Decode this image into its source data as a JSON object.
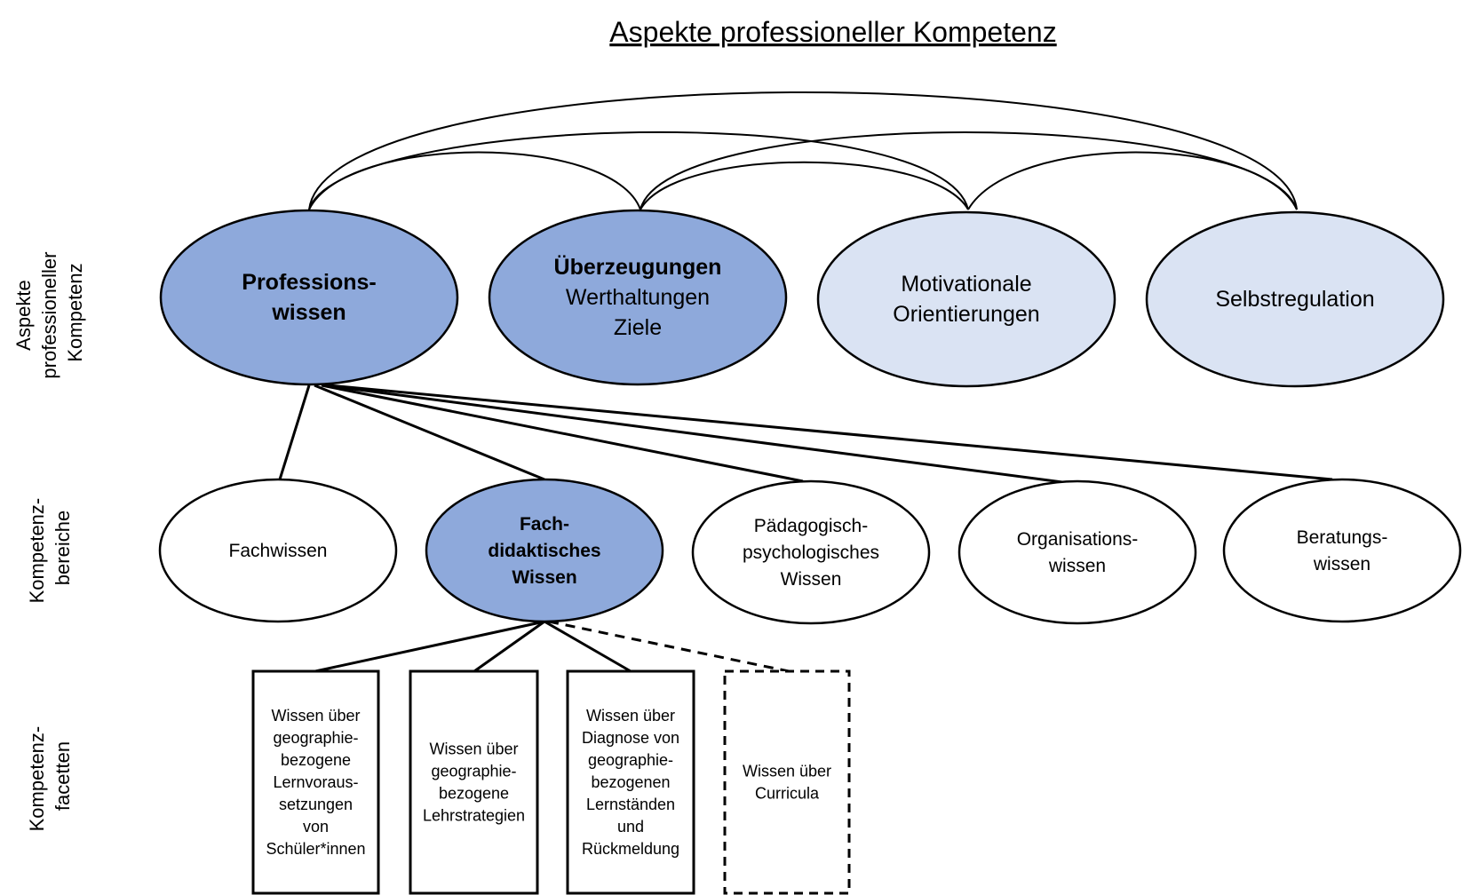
{
  "title": "Aspekte professioneller Kompetenz",
  "colors": {
    "dark_fill": "#8EA9DB",
    "light_fill": "#DAE3F3",
    "white_fill": "#FFFFFF",
    "stroke": "#000000"
  },
  "row_labels": {
    "aspects": [
      "Aspekte",
      "professioneller",
      "Kompetenz"
    ],
    "areas": [
      "Kompetenz-",
      "bereiche"
    ],
    "facets": [
      "Kompetenz-",
      "facetten"
    ]
  },
  "aspects": [
    {
      "id": "professionswissen",
      "fill": "dark",
      "lines": [
        {
          "text": "Professions-",
          "bold": true
        },
        {
          "text": "wissen",
          "bold": true
        }
      ]
    },
    {
      "id": "ueberzeugungen",
      "fill": "dark",
      "lines": [
        {
          "text": "Überzeugungen",
          "bold": true
        },
        {
          "text": "Werthaltungen",
          "bold": false
        },
        {
          "text": "Ziele",
          "bold": false
        }
      ]
    },
    {
      "id": "motivationale-orientierungen",
      "fill": "light",
      "lines": [
        {
          "text": "Motivationale",
          "bold": false
        },
        {
          "text": "Orientierungen",
          "bold": false
        }
      ]
    },
    {
      "id": "selbstregulation",
      "fill": "light",
      "lines": [
        {
          "text": "Selbstregulation",
          "bold": false
        }
      ]
    }
  ],
  "areas": [
    {
      "id": "fachwissen",
      "fill": "white",
      "lines": [
        {
          "text": "Fachwissen",
          "bold": false
        }
      ]
    },
    {
      "id": "fachdidaktisches-wissen",
      "fill": "dark",
      "lines": [
        {
          "text": "Fach-",
          "bold": true
        },
        {
          "text": "didaktisches",
          "bold": true
        },
        {
          "text": "Wissen",
          "bold": true
        }
      ]
    },
    {
      "id": "paedagogisch-psychologisches-wissen",
      "fill": "white",
      "lines": [
        {
          "text": "Pädagogisch-",
          "bold": false
        },
        {
          "text": "psychologisches",
          "bold": false
        },
        {
          "text": "Wissen",
          "bold": false
        }
      ]
    },
    {
      "id": "organisationswissen",
      "fill": "white",
      "lines": [
        {
          "text": "Organisations-",
          "bold": false
        },
        {
          "text": "wissen",
          "bold": false
        }
      ]
    },
    {
      "id": "beratungswissen",
      "fill": "white",
      "lines": [
        {
          "text": "Beratungs-",
          "bold": false
        },
        {
          "text": "wissen",
          "bold": false
        }
      ]
    }
  ],
  "facets": [
    {
      "id": "lernvoraussetzungen",
      "dashed": false,
      "lines": [
        "Wissen über",
        "geographie-",
        "bezogene",
        "Lernvoraus-",
        "setzungen",
        "von",
        "Schüler*innen"
      ]
    },
    {
      "id": "lehrstrategien",
      "dashed": false,
      "lines": [
        "Wissen über",
        "geographie-",
        "bezogene",
        "Lehrstrategien"
      ]
    },
    {
      "id": "diagnose",
      "dashed": false,
      "lines": [
        "Wissen über",
        "Diagnose von",
        "geographie-",
        "bezogenen",
        "Lernständen",
        "und",
        "Rückmeldung"
      ]
    },
    {
      "id": "curricula",
      "dashed": true,
      "lines": [
        "Wissen über",
        "Curricula"
      ]
    }
  ]
}
